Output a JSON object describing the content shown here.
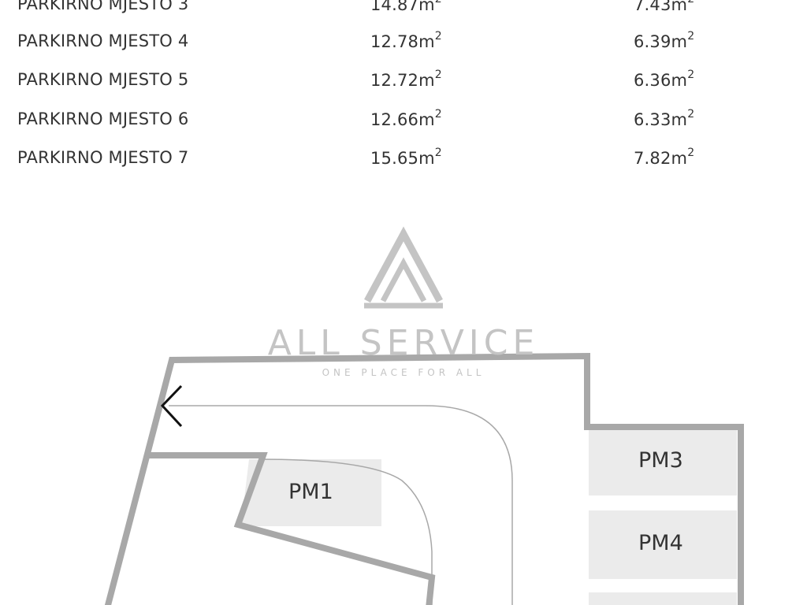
{
  "table": {
    "rows": [
      {
        "name": "PARKIRNO MJESTO 3",
        "area1": "14.87m",
        "area2": "7.43m",
        "sup": "2"
      },
      {
        "name": "PARKIRNO MJESTO 4",
        "area1": "12.78m",
        "area2": "6.39m",
        "sup": "2"
      },
      {
        "name": "PARKIRNO MJESTO 5",
        "area1": "12.72m",
        "area2": "6.36m",
        "sup": "2"
      },
      {
        "name": "PARKIRNO MJESTO 6",
        "area1": "12.66m",
        "area2": "6.33m",
        "sup": "2"
      },
      {
        "name": "PARKIRNO MJESTO 7",
        "area1": "15.65m",
        "area2": "7.82m",
        "sup": "2"
      }
    ]
  },
  "watermark": {
    "title": "ALL SERVICE",
    "subtitle": "ONE PLACE FOR ALL"
  },
  "plan": {
    "spots": [
      "PM1",
      "PM3",
      "PM4"
    ]
  },
  "colors": {
    "wall": "#a8a8a8",
    "spot_fill": "#ebebeb",
    "watermark": "#c4c4c4",
    "text": "#333333"
  }
}
